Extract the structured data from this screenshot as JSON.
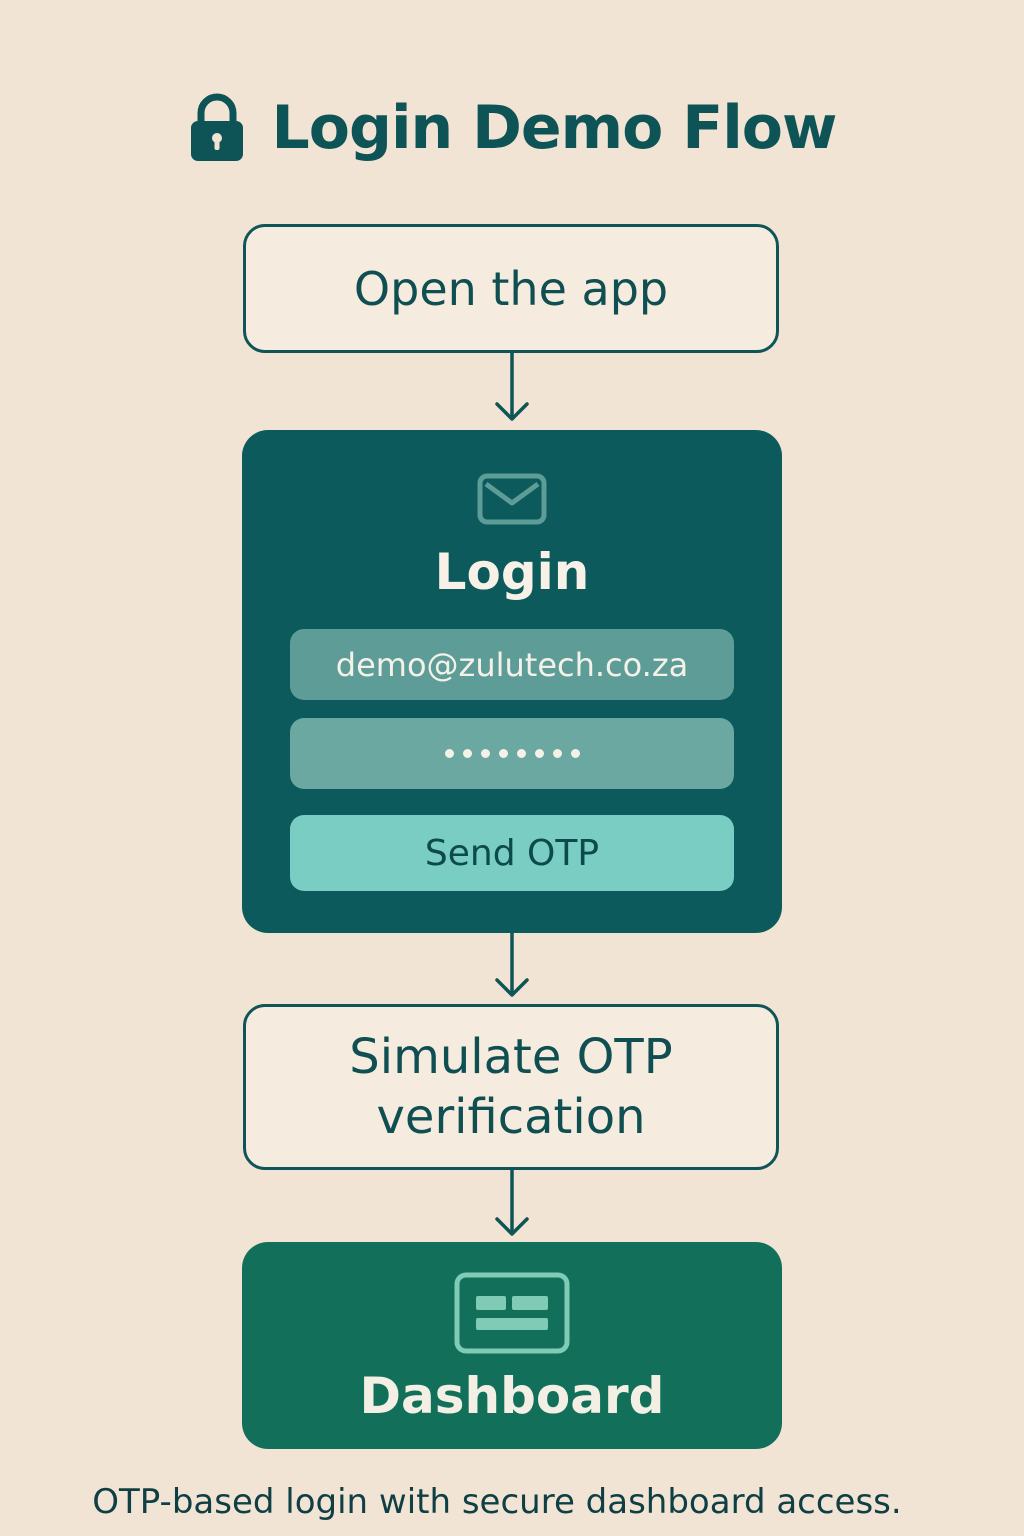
{
  "title": {
    "text": "Login Demo Flow",
    "icon": "lock-icon"
  },
  "steps": {
    "open_app": "Open the app",
    "login": {
      "icon": "mail-icon",
      "title": "Login",
      "email_value": "demo@zulutech.co.za",
      "password_dots": 8,
      "send_button": "Send OTP"
    },
    "simulate_otp": "Simulate OTP verification",
    "dashboard": {
      "icon": "dashboard-icon",
      "title": "Dashboard"
    }
  },
  "footer": "OTP-based login with secure dashboard access.",
  "colors": {
    "background": "#f1e4d4",
    "primary_text": "#0f5558",
    "login_card": "#0c5a5b",
    "dashboard_card": "#12705a",
    "send_button": "#79cdc2"
  }
}
